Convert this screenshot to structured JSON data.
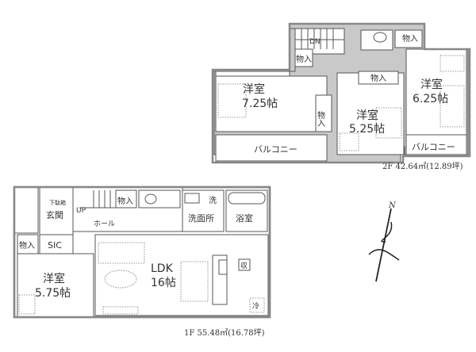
{
  "floor2": {
    "caption": "2F 42.64㎡(12.89坪)",
    "rooms": {
      "western_a": {
        "name": "洋室",
        "size": "7.25帖"
      },
      "western_b": {
        "name": "洋室",
        "size": "5.25帖"
      },
      "western_c": {
        "name": "洋室",
        "size": "6.25帖"
      },
      "balcony_left": "バルコニー",
      "balcony_right": "バルコニー",
      "storage_1": "物入",
      "storage_2": "物入",
      "storage_3": "物入",
      "storage_4": "物入",
      "stairs": "DN"
    }
  },
  "floor1": {
    "caption": "1F 55.48㎡(16.78坪)",
    "rooms": {
      "ldk": {
        "name": "LDK",
        "size": "16帖"
      },
      "western": {
        "name": "洋室",
        "size": "5.75帖"
      },
      "entrance": "玄関",
      "shoe_box": "下駄箱",
      "sic": "SIC",
      "storage_1": "物入",
      "storage_2": "物入",
      "hall": "ホール",
      "stairs": "UP",
      "washroom": "洗面所",
      "washer": "洗",
      "bathroom": "浴室",
      "closet_mark": "収",
      "fridge_mark": "冷"
    }
  },
  "compass": {
    "label": "N"
  }
}
